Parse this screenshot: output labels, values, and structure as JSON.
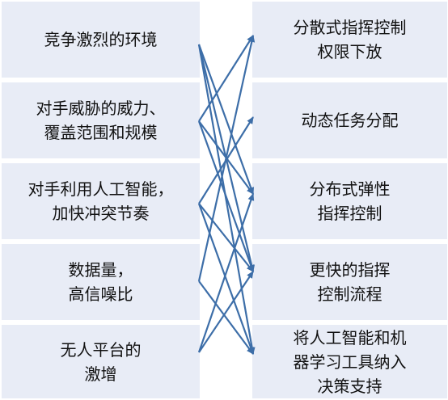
{
  "left": [
    {
      "id": "L1",
      "text": "竞争激烈的环境"
    },
    {
      "id": "L2",
      "text": "对手威胁的威力、\n覆盖范围和规模"
    },
    {
      "id": "L3",
      "text": "对手利用人工智能，\n加快冲突节奏"
    },
    {
      "id": "L4",
      "text": "数据量，\n高信噪比"
    },
    {
      "id": "L5",
      "text": "无人平台的\n激增"
    }
  ],
  "right": [
    {
      "id": "R1",
      "text": "分散式指挥控制\n权限下放"
    },
    {
      "id": "R2",
      "text": "动态任务分配"
    },
    {
      "id": "R3",
      "text": "分布式弹性\n指挥控制"
    },
    {
      "id": "R4",
      "text": "更快的指挥\n控制流程"
    },
    {
      "id": "R5",
      "text": "将人工智能和机\n器学习工具纳入\n决策支持"
    }
  ],
  "edges": [
    [
      "L1",
      "R3"
    ],
    [
      "L1",
      "R4"
    ],
    [
      "L1",
      "R5"
    ],
    [
      "L2",
      "R1"
    ],
    [
      "L2",
      "R3"
    ],
    [
      "L2",
      "R4"
    ],
    [
      "L3",
      "R2"
    ],
    [
      "L3",
      "R4"
    ],
    [
      "L3",
      "R5"
    ],
    [
      "L4",
      "R1"
    ],
    [
      "L4",
      "R5"
    ],
    [
      "L5",
      "R3"
    ],
    [
      "L5",
      "R4"
    ]
  ],
  "colors": {
    "box": "#e8ecf6",
    "arrow": "#3d6ea8",
    "text": "#111111"
  }
}
